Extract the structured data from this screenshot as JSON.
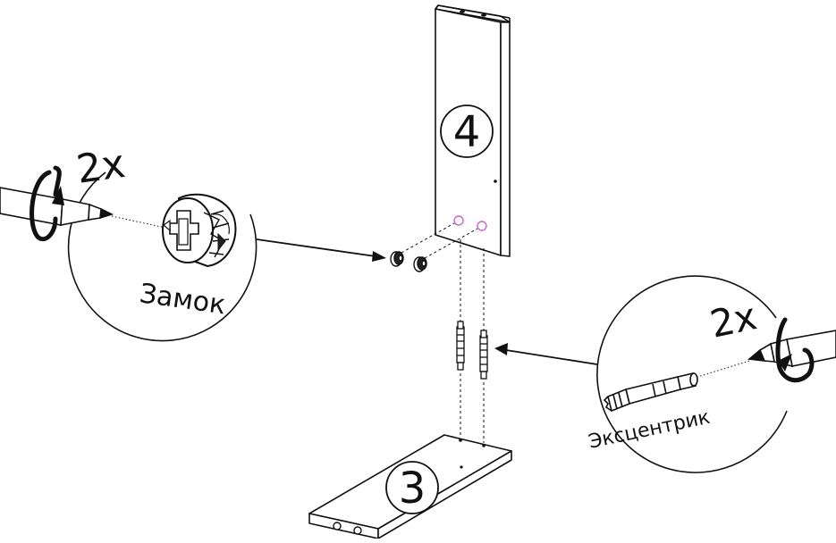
{
  "panels": {
    "top_panel_number": "4",
    "bottom_panel_number": "3"
  },
  "callouts": {
    "left": {
      "count": "2x",
      "label": "Замок"
    },
    "right": {
      "count": "2x",
      "label": "Эксцентрик"
    }
  },
  "colors": {
    "line": "#111111",
    "hole_highlight": "#cc66cc",
    "background": "#ffffff"
  },
  "icons": [
    "screwdriver-icon",
    "rotation-arrow-icon",
    "cam-lock-icon",
    "cam-dowel-icon"
  ]
}
